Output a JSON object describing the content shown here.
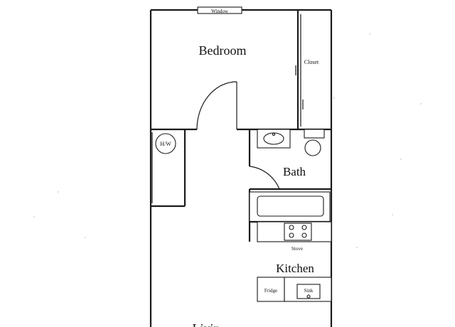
{
  "rooms": {
    "bedroom": "Bedroom",
    "closet": "Closet",
    "bath": "Bath",
    "kitchen": "Kitchen",
    "living_partial": "Livin"
  },
  "fixtures": {
    "window": "Window",
    "water_heater": "H/W",
    "stove": "Stove",
    "fridge": "Fridge",
    "sink": "Sink"
  }
}
